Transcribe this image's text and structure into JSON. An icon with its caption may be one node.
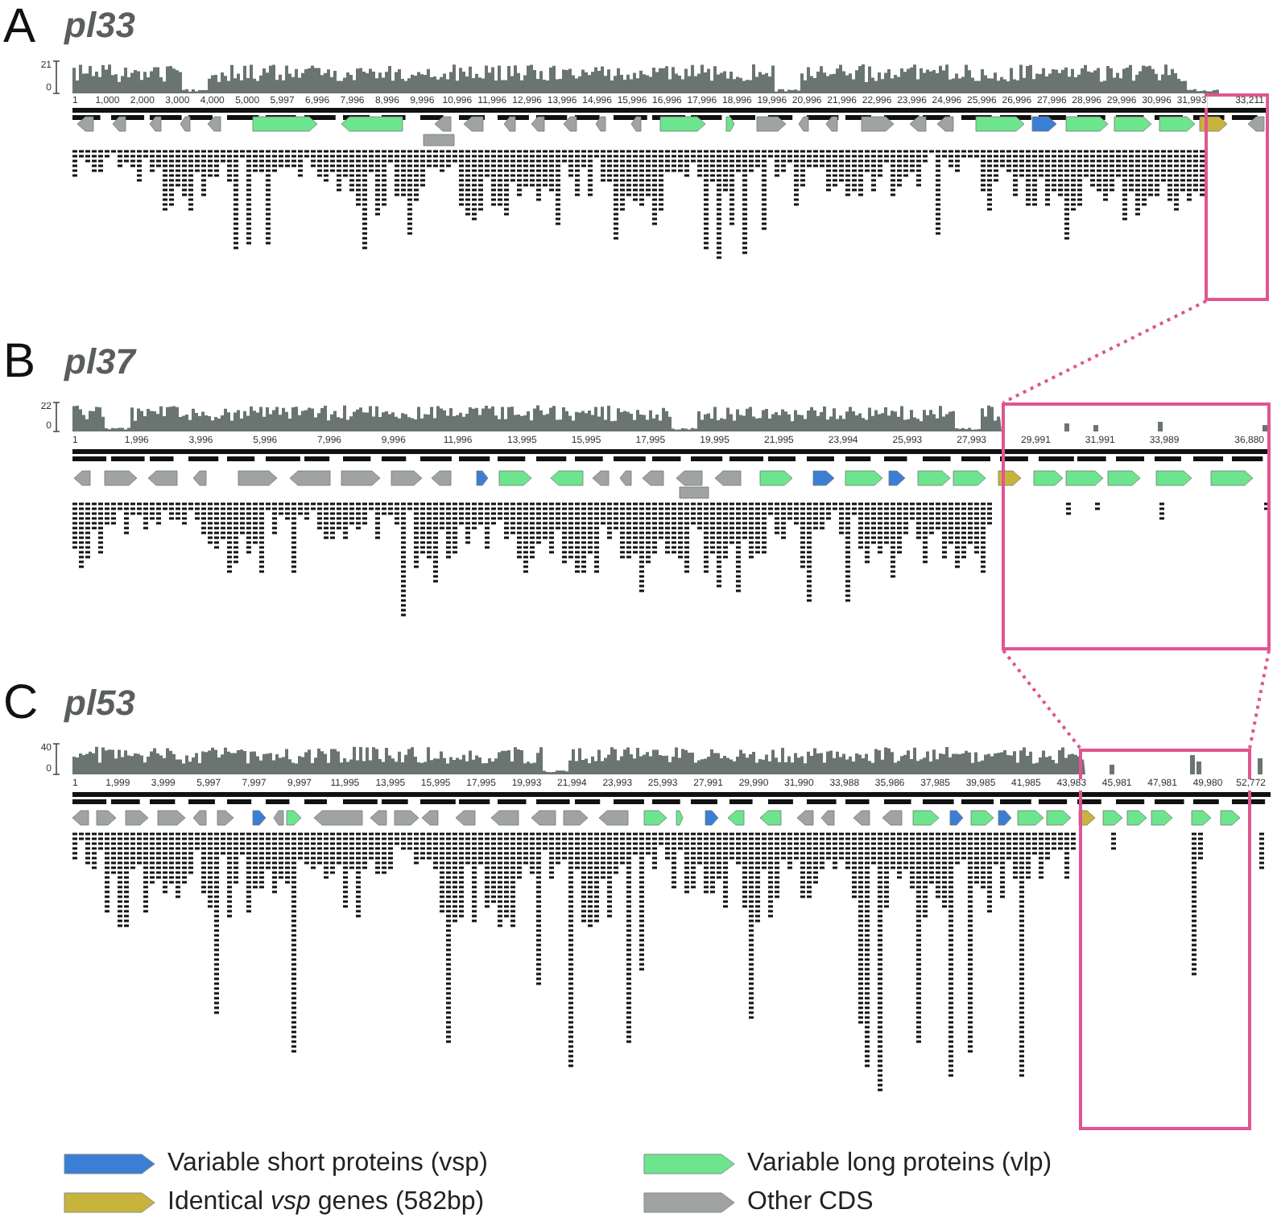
{
  "diagram": {
    "nodes": [
      {
        "text": [],
        "shape": "box"
      },
      {
        "text": [],
        "shape": "box"
      },
      {
        "text": [],
        "shape": "box"
      }
    ],
    "edges": [
      {
        "from": 0,
        "to": 1,
        "arrow": "none",
        "style": "dashed",
        "color": "#e0558f"
      },
      {
        "from": 1,
        "to": 2,
        "arrow": "none",
        "style": "dashed",
        "color": "#e0558f"
      },
      {
        "from": 1,
        "to": 2,
        "arrow": "none",
        "style": "dashed",
        "color": "#e0558f"
      }
    ],
    "labels": [
      "A",
      "pl33",
      "21",
      "0",
      "1",
      "1,000",
      "2,000",
      "3,000",
      "4,000",
      "5,000",
      "5,997",
      "6,996",
      "7,996",
      "8,996",
      "9,996",
      "10,996",
      "11,996",
      "12,996",
      "13,996",
      "14,996",
      "15,996",
      "16,996",
      "17,996",
      "18,996",
      "19,996",
      "20,996",
      "21,996",
      "22,996",
      "23,996",
      "24,996",
      "25,996",
      "26,996",
      "27,996",
      "28,996",
      "29,996",
      "30,996",
      "31,993",
      "33,211",
      "B",
      "pl37",
      "22",
      "0",
      "1",
      "1,996",
      "3,996",
      "5,996",
      "7,996",
      "9,996",
      "11,996",
      "13,995",
      "15,995",
      "17,995",
      "19,995",
      "21,995",
      "23,994",
      "25,993",
      "27,993",
      "29,991",
      "31,991",
      "33,989",
      "36,880",
      "C",
      "pl53",
      "40",
      "0",
      "1",
      "1,999",
      "3,999",
      "5,997",
      "7,997",
      "9,997",
      "11,995",
      "13,995",
      "15,995",
      "17,995",
      "19,993",
      "21,994",
      "23,993",
      "25,993",
      "27,991",
      "29,990",
      "31,990",
      "33,988",
      "35,986",
      "37,985",
      "39,985",
      "41,985",
      "43,983",
      "45,981",
      "47,981",
      "49,980",
      "52,772"
    ],
    "legend": [
      {
        "text": "Variable short proteins (vsp)",
        "color": "#3a7fd5"
      },
      {
        "text": "Variable long proteins (vlp)",
        "color": "#6de58e"
      },
      {
        "text": "Identical *vsp* genes (582bp)",
        "color": "#c8b43c"
      },
      {
        "text": "Other CDS",
        "color": "#9fa3a2"
      }
    ]
  }
}
